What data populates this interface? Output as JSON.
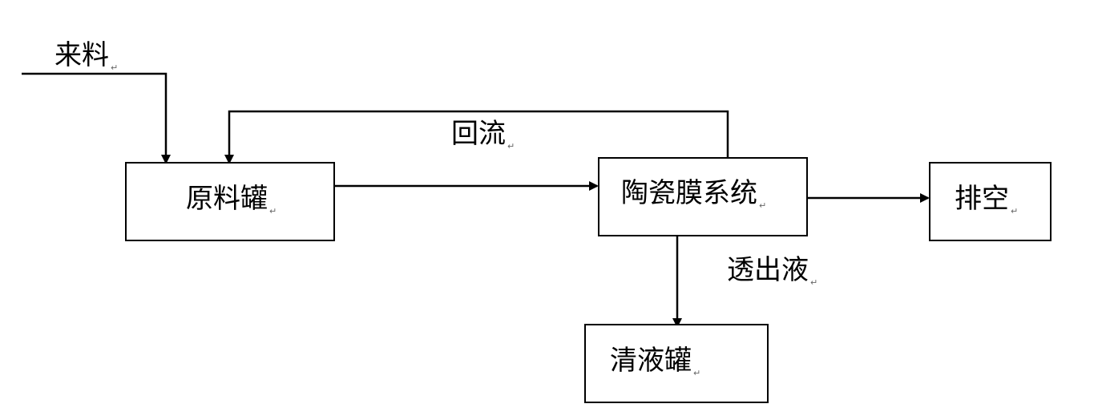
{
  "labels": {
    "feed_in": "来料",
    "recycle": "回流",
    "permeate": "透出液"
  },
  "nodes": {
    "feed_tank": "原料罐",
    "membrane_system": "陶瓷膜系统",
    "vent": "排空",
    "clear_tank": "清液罐"
  },
  "paragraph_mark": "↵"
}
